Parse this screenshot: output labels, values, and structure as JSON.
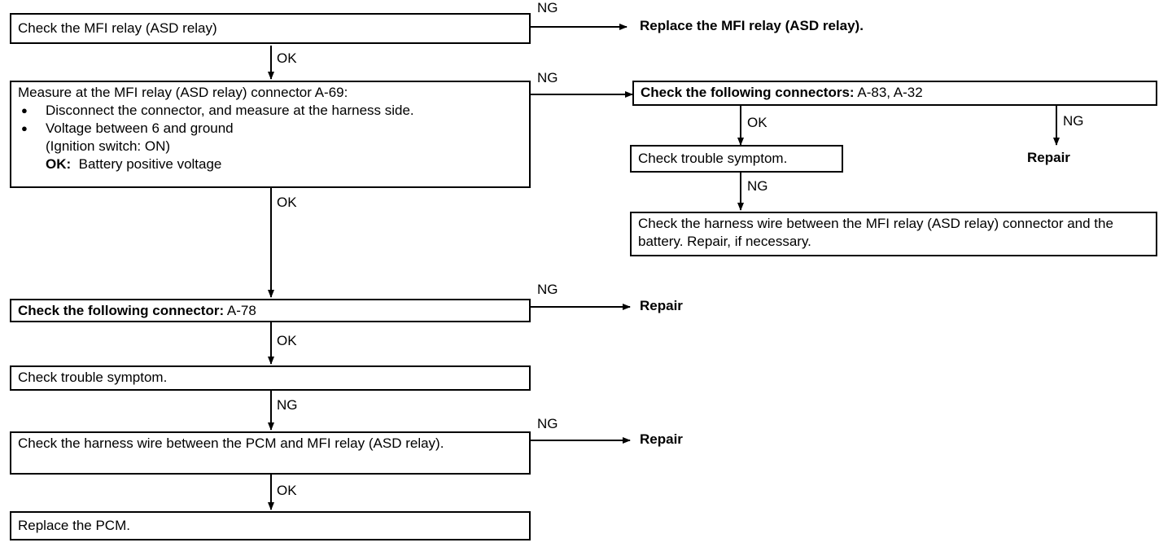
{
  "nodes": {
    "check_mfi_relay": {
      "text": "Check the MFI relay (ASD relay)"
    },
    "replace_mfi_relay": {
      "text": "Replace the MFI relay (ASD relay)."
    },
    "measure_connector": {
      "title": "Measure at the MFI relay (ASD relay) connector A-69:",
      "bullet1": "Disconnect the connector, and measure at the harness side.",
      "bullet2": "Voltage between 6 and ground",
      "sub": "(Ignition switch: ON)",
      "ok_label": "OK:",
      "ok_text": "Battery positive voltage"
    },
    "check_connectors_right": {
      "bold": "Check the following connectors:",
      "rest": " A-83, A-32"
    },
    "trouble_symptom_right": {
      "text": "Check trouble symptom."
    },
    "repair_right": {
      "text": "Repair"
    },
    "harness_battery": {
      "text": "Check the harness wire between the MFI relay (ASD relay) connector and the battery. Repair, if necessary."
    },
    "check_connector_a78": {
      "bold": "Check the following connector:",
      "rest": " A-78"
    },
    "repair_a78": {
      "text": "Repair"
    },
    "trouble_symptom_left": {
      "text": "Check trouble symptom."
    },
    "harness_pcm": {
      "text": "Check the harness wire between the PCM and MFI relay (ASD relay)."
    },
    "repair_pcm": {
      "text": "Repair"
    },
    "replace_pcm": {
      "text": "Replace the PCM."
    }
  },
  "edge_labels": {
    "ng": "NG",
    "ok": "OK"
  }
}
